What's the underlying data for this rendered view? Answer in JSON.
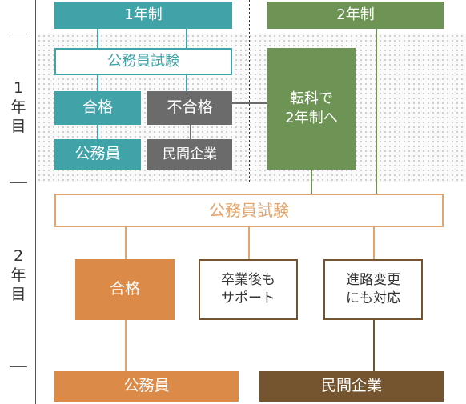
{
  "year_axis": {
    "year1": [
      "1",
      "年",
      "目"
    ],
    "year2": [
      "2",
      "年",
      "目"
    ]
  },
  "one_year_track": {
    "header": "1年制",
    "exam": "公務員試験",
    "pass": "合格",
    "fail": "不合格",
    "civil_servant": "公務員",
    "private_company": "民間企業"
  },
  "two_year_track": {
    "header": "2年制",
    "transfer": [
      "転科で",
      "2年制へ"
    ]
  },
  "year2_flow": {
    "exam": "公務員試験",
    "pass": "合格",
    "graduation_support": [
      "卒業後も",
      "サポート"
    ],
    "career_change": [
      "進路変更",
      "にも対応"
    ],
    "civil_servant": "公務員",
    "private_company": "民間企業"
  },
  "colors": {
    "teal": "#3fa3a8",
    "gray": "#6b6b6b",
    "green": "#6e9455",
    "orange": "#dc8a48",
    "light_orange": "#e2a46b",
    "brown": "#74552f"
  }
}
